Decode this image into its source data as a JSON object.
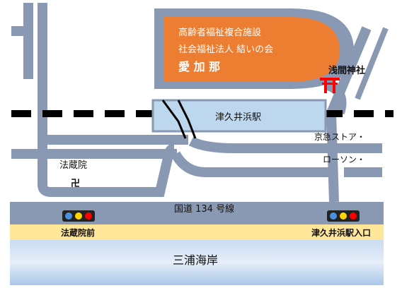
{
  "facility": {
    "line1": "高齢者福祉複合施設",
    "line2": "社会福祉法人 結いの会",
    "line3": "愛 加 那"
  },
  "labels": {
    "shrine": "浅間神社",
    "station": "津久井浜駅",
    "store1": "京急ストア・",
    "store2": "ローソン・",
    "temple": "法蔵院",
    "route": "国道 134 号線",
    "signal_left": "法蔵院前",
    "signal_right": "津久井浜駅入口",
    "coast": "三浦海岸"
  },
  "colors": {
    "road": "#8a99b3",
    "facility": "#ed7d31",
    "station": "#bdd7ee",
    "sidewalk": "#ffe699",
    "sea": "#9dc3e6",
    "rail": "#000000",
    "shrine": "#ff0000"
  },
  "icons": {
    "shrine": "torii-icon",
    "temple": "manji-icon",
    "signal": "traffic-light-icon"
  }
}
